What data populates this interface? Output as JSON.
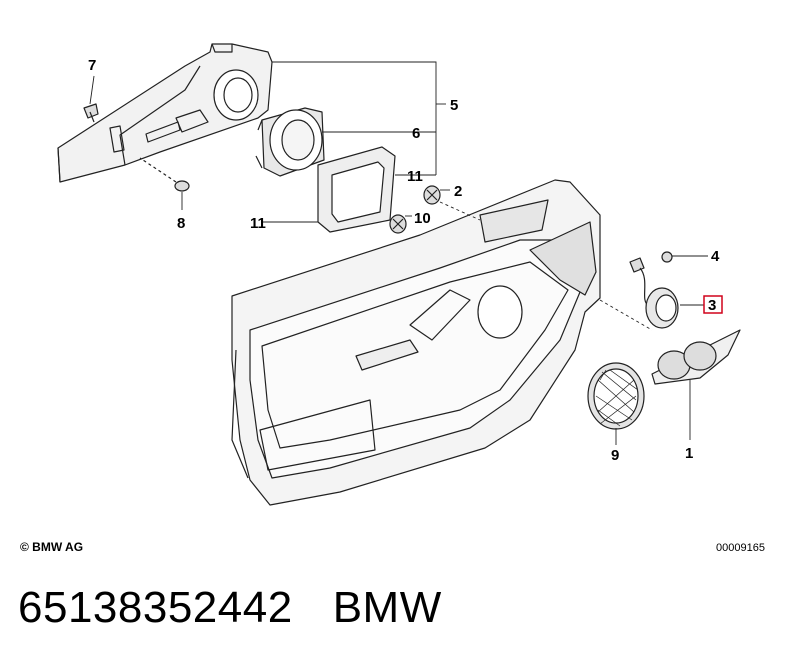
{
  "callouts": {
    "c1": "1",
    "c2": "2",
    "c3": "3",
    "c4": "4",
    "c5": "5",
    "c6": "6",
    "c7": "7",
    "c8": "8",
    "c9": "9",
    "c10": "10",
    "c11a": "11",
    "c11b": "11"
  },
  "highlight_color": "#d0021b",
  "copyright": "© BMW AG",
  "diagram_id": "00009165",
  "part_number": "65138352442",
  "brand": "BMW"
}
